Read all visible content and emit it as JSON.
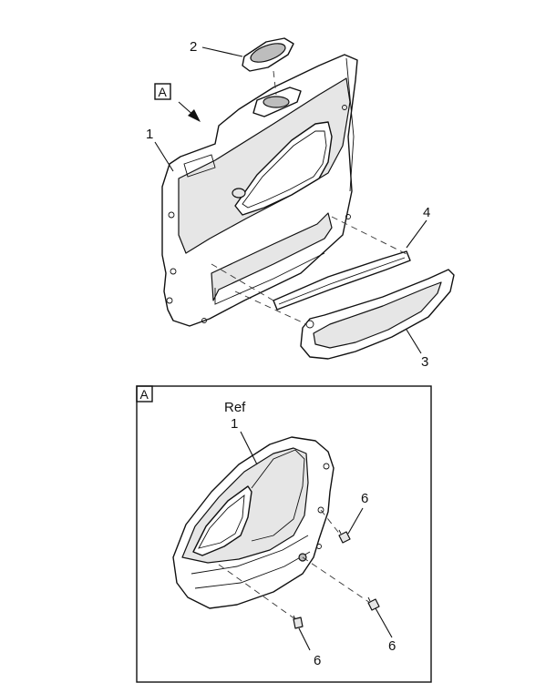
{
  "main_view": {
    "view_tag": "A",
    "callouts": {
      "c1": "1",
      "c2": "2",
      "c3": "3",
      "c4": "4"
    }
  },
  "detail_view": {
    "view_tag": "A",
    "ref_label": "Ref",
    "callouts": {
      "c1": "1",
      "c6a": "6",
      "c6b": "6",
      "c6c": "6"
    }
  }
}
